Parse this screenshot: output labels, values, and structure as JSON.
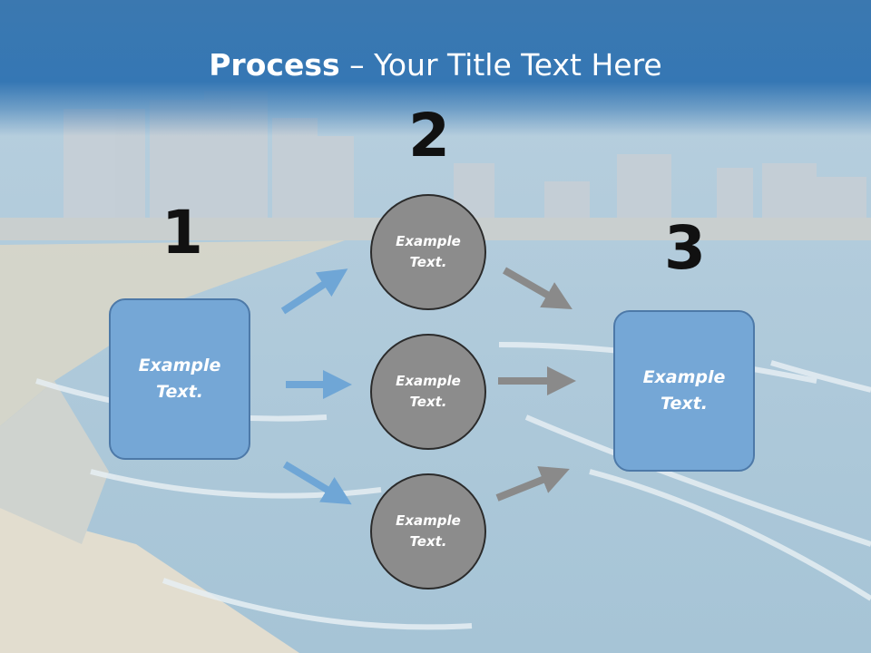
{
  "title": {
    "bold": "Process",
    "rest": " – Your Title Text Here"
  },
  "numbers": [
    "1",
    "2",
    "3"
  ],
  "left_box": {
    "text1": "Example",
    "text2": "Text."
  },
  "right_box": {
    "text1": "Example",
    "text2": "Text."
  },
  "circles": [
    {
      "text1": "Example",
      "text2": "Text."
    },
    {
      "text1": "Example",
      "text2": "Text."
    },
    {
      "text1": "Example",
      "text2": "Text."
    }
  ],
  "colors": {
    "header": "#3577b4",
    "box_fill": "#75a7d6",
    "box_border": "#4d79a8",
    "circle_fill": "#8c8c8c",
    "blue_arrow": "#6fa6d6",
    "gray_arrow": "#8a8a8a"
  }
}
